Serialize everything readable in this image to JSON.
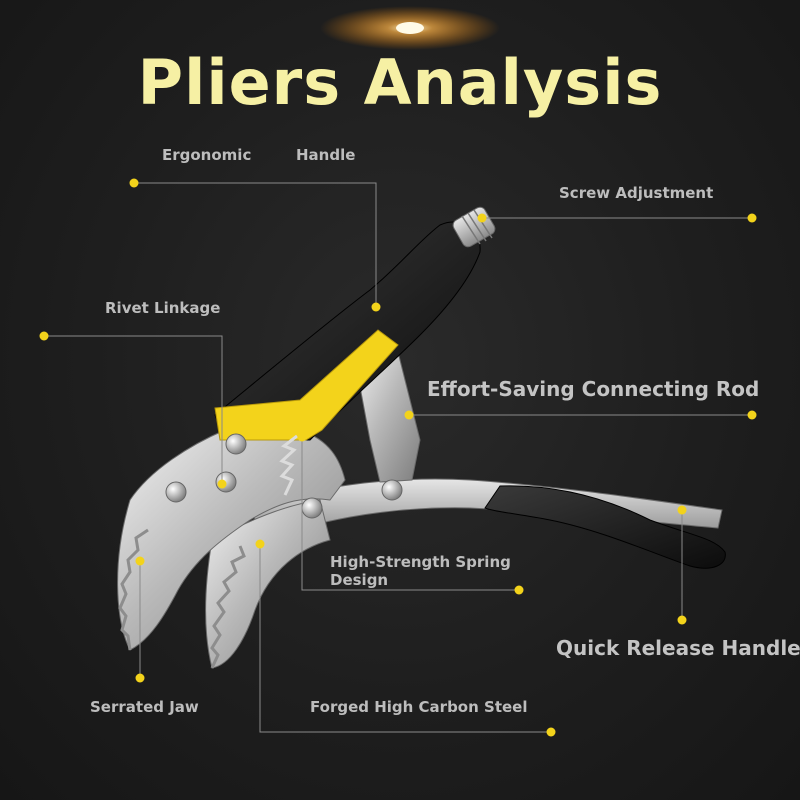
{
  "title": "Pliers Analysis",
  "colors": {
    "accent": "#f3d31b",
    "title": "#f6f0a4",
    "label": "#bdbdbd",
    "background": "#1f1f1f"
  },
  "labels": {
    "ergonomic": "Ergonomic",
    "handle": "Handle",
    "screw_adjustment": "Screw Adjustment",
    "rivet_linkage": "Rivet Linkage",
    "effort_saving": "Effort-Saving Connecting Rod",
    "spring_line1": "High-Strength Spring",
    "spring_line2": "Design",
    "quick_release": "Quick Release Handle",
    "serrated_jaw": "Serrated Jaw",
    "forged_steel": "Forged High Carbon Steel"
  }
}
